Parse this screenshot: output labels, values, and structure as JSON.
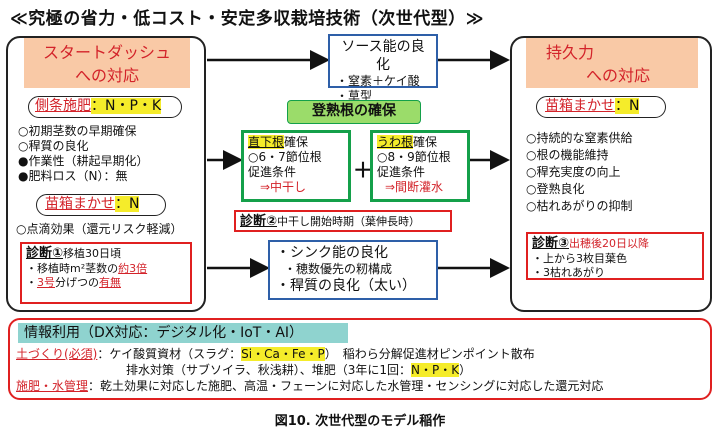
{
  "title": "≪究極の省力・低コスト・安定多収栽培技術（次世代型）≫",
  "left": {
    "header_line1": "スタートダッシュ",
    "header_line2": "への対応",
    "sokujou_label": "側条施肥",
    "sokujou_value": "：N・P・K",
    "items": [
      "○初期茎数の早期確保",
      "○稈質の良化",
      "●作業性（耕起早期化）",
      "●肥料ロス（N）：無"
    ],
    "naebako_label": "苗箱まかせ",
    "naebako_value": "：N",
    "tenteki": "○点滴効果（還元リスク軽減）",
    "shindan_title": "診断①",
    "shindan_sub": "移植30日頃",
    "shindan_l1a": "・移植時m²茎数の",
    "shindan_l1b": "約3倍",
    "shindan_l2a": "・",
    "shindan_l2b": "3号",
    "shindan_l2c": "分げつの",
    "shindan_l2d": "有無"
  },
  "source": {
    "title": "ソース能の良化",
    "items": [
      "・窒素＋ケイ酸",
      "・草型"
    ]
  },
  "center": {
    "header": "登熟根の確保",
    "plus": "＋",
    "box1_under": "直下根",
    "box1_rest": "確保",
    "box1_items": [
      "○6・7節位根",
      "促進条件"
    ],
    "box1_result": "⇒中干し",
    "box2_under": "うわ根",
    "box2_rest": "確保",
    "box2_items": [
      "○8・9節位根",
      "促進条件"
    ],
    "box2_result": "⇒間断灌水",
    "shindan2_title": "診断②",
    "shindan2_text": "中干し開始時期（葉伸長時）"
  },
  "sink": {
    "title": "・シンク能の良化",
    "item1": "・穂数優先の籾構成",
    "item2": "・稈質の良化（太い）"
  },
  "right": {
    "header_line1": "持久力",
    "header_line2": "への対応",
    "naebako_label": "苗箱まかせ",
    "naebako_value": "：N",
    "items": [
      "○持続的な窒素供給",
      "○根の機能維持",
      "○稈充実度の向上",
      "○登熟良化",
      "○枯れあがりの抑制"
    ],
    "shindan3_title": "診断③",
    "shindan3_sub": "出穂後20日以降",
    "shindan3_items": [
      "・上から3枚目葉色",
      "・3枯れあがり"
    ]
  },
  "bottom": {
    "header": "情報利用（DX対応：デジタル化・IoT・AI）",
    "line1_label": "土づくり(必須)",
    "line1_a": "：ケイ酸質資材（スラグ：",
    "line1_hl": "Si・Ca・Fe・P",
    "line1_b": "）　稲わら分解促進材ピンポイント散布",
    "line2_a": "排水対策（サブソイラ、秋浅耕）、堆肥（3年に1回：",
    "line2_hl": "N・P・K",
    "line2_b": "）",
    "line3_label": "施肥・水管理",
    "line3_text": "：乾土効果に対応した施肥、高温・フェーンに対応した水管理・センシングに対応した還元対応"
  },
  "caption": "図10.  次世代型のモデル稲作",
  "colors": {
    "peach": "#f9c9a6",
    "red": "#d3232a",
    "yellow": "#f5ec2a",
    "blue": "#2e5fa8",
    "green": "#14a04a",
    "lightgreen": "#9bdc6a",
    "teal": "#8fd3cf"
  }
}
